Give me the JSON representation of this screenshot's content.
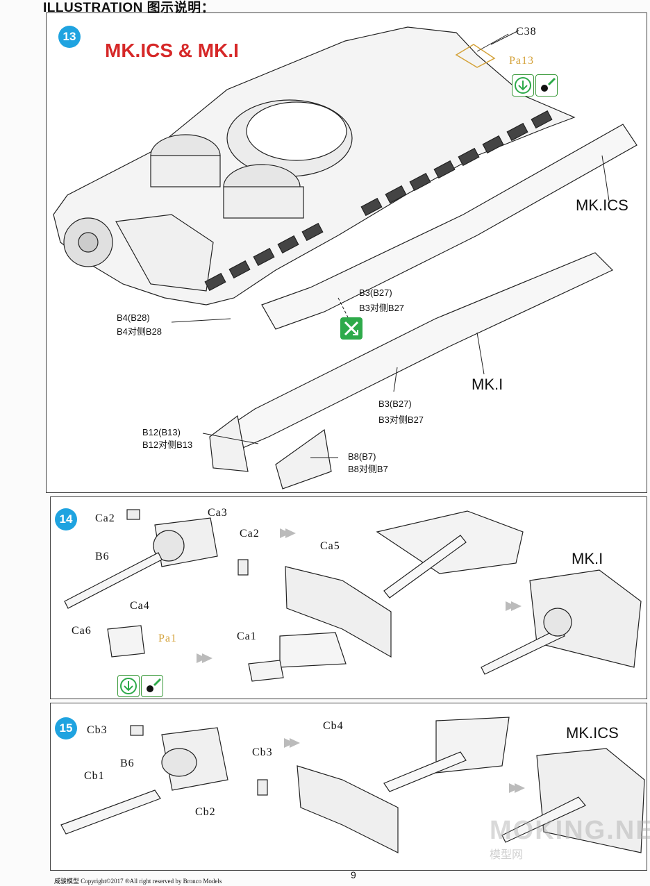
{
  "header": {
    "title": "ILLUSTRATION 图示说明："
  },
  "step13": {
    "number": "13",
    "title": "MK.ICS & MK.I",
    "labels": {
      "c38": "C38",
      "pa13": "Pa13",
      "mkics": "MK.ICS",
      "mki": "MK.I",
      "b3_top_1": "B3(B27)",
      "b3_top_2": "B3对侧B27",
      "b4_1": "B4(B28)",
      "b4_2": "B4对侧B28",
      "b3_bot_1": "B3(B27)",
      "b3_bot_2": "B3对侧B27",
      "b12_1": "B12(B13)",
      "b12_2": "B12对侧B13",
      "b8_1": "B8(B7)",
      "b8_2": "B8对侧B7"
    }
  },
  "step14": {
    "number": "14",
    "labels": {
      "ca2_a": "Ca2",
      "ca3": "Ca3",
      "ca2_b": "Ca2",
      "b6": "B6",
      "ca6": "Ca6",
      "ca4": "Ca4",
      "pa1": "Pa1",
      "ca5": "Ca5",
      "ca1": "Ca1",
      "mki": "MK.I"
    }
  },
  "step15": {
    "number": "15",
    "labels": {
      "cb3_a": "Cb3",
      "b6": "B6",
      "cb1": "Cb1",
      "cb2": "Cb2",
      "cb3_b": "Cb3",
      "cb4": "Cb4",
      "mkics": "MK.ICS"
    }
  },
  "footer": {
    "copyright": "威骏模型  Copyright©2017  ®All right reserved by Bronco Models",
    "page": "9"
  },
  "watermark": {
    "main": "MOKING.NET",
    "sub": "模型网"
  },
  "colors": {
    "step_badge": "#1fa3e0",
    "title_red": "#d62828",
    "icon_green": "#2eaa4a",
    "photo_etch": "#d4a23a"
  }
}
